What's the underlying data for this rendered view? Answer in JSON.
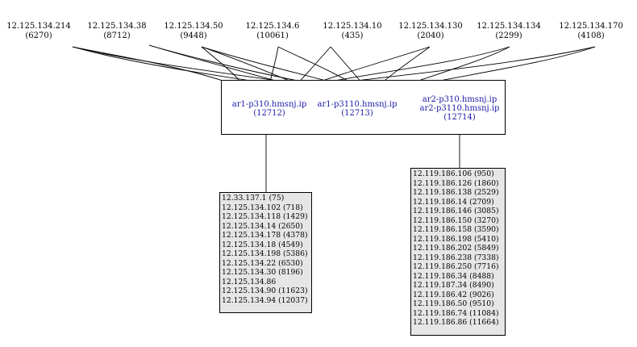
{
  "top_nodes": [
    {
      "ip": "12.125.134.214",
      "id": "(6270)"
    },
    {
      "ip": "12.125.134.38",
      "id": "(8712)"
    },
    {
      "ip": "12.125.134.50",
      "id": "(9448)"
    },
    {
      "ip": "12.125.134.6",
      "id": "(10061)"
    },
    {
      "ip": "12.125.134.10",
      "id": "(435)"
    },
    {
      "ip": "12.125.134.130",
      "id": "(2040)"
    },
    {
      "ip": "12.125.134.134",
      "id": "(2299)"
    },
    {
      "ip": "12.125.134.170",
      "id": "(4108)"
    }
  ],
  "routers": [
    {
      "names": [
        "ar1-p310.hmsnj.ip"
      ],
      "id": "(12712)"
    },
    {
      "names": [
        "ar1-p3110.hmsnj.ip"
      ],
      "id": "(12713)"
    },
    {
      "names": [
        "ar2-p310.hmsnj.ip",
        "ar2-p3110.hmsnj.ip"
      ],
      "id": "(12714)"
    }
  ],
  "left_list": [
    "12.33.137.1 (75)",
    "12.125.134.102 (718)",
    "12.125.134.118 (1429)",
    "12.125.134.14 (2650)",
    "12.125.134.178 (4378)",
    "12.125.134.18 (4549)",
    "12.125.134.198 (5386)",
    "12.125.134.22 (6530)",
    "12.125.134.30 (8196)",
    "12.125.134.86",
    "12.125.134.90 (11623)",
    "12.125.134.94 (12037)"
  ],
  "right_list": [
    "12.119.186.106 (950)",
    "12.119.186.126 (1860)",
    "12.119.186.138 (2529)",
    "12.119.186.14 (2709)",
    "12.119.186.146 (3085)",
    "12.119.186.150 (3270)",
    "12.119.186.158 (3590)",
    "12.119.186.198 (5410)",
    "12.119.186.202 (5849)",
    "12.119.186.238 (7338)",
    "12.119.186.250 (7716)",
    "12.119.186.34 (8488)",
    "12.119.187.34 (8490)",
    "12.119.186.42 (9026)",
    "12.119.186.50 (9510)",
    "12.119.186.74 (11084)",
    "12.119.186.86 (11664)"
  ],
  "colors": {
    "router_text": "#1a1aa8",
    "list_bg": "#e6e6e6",
    "line": "#000000"
  }
}
